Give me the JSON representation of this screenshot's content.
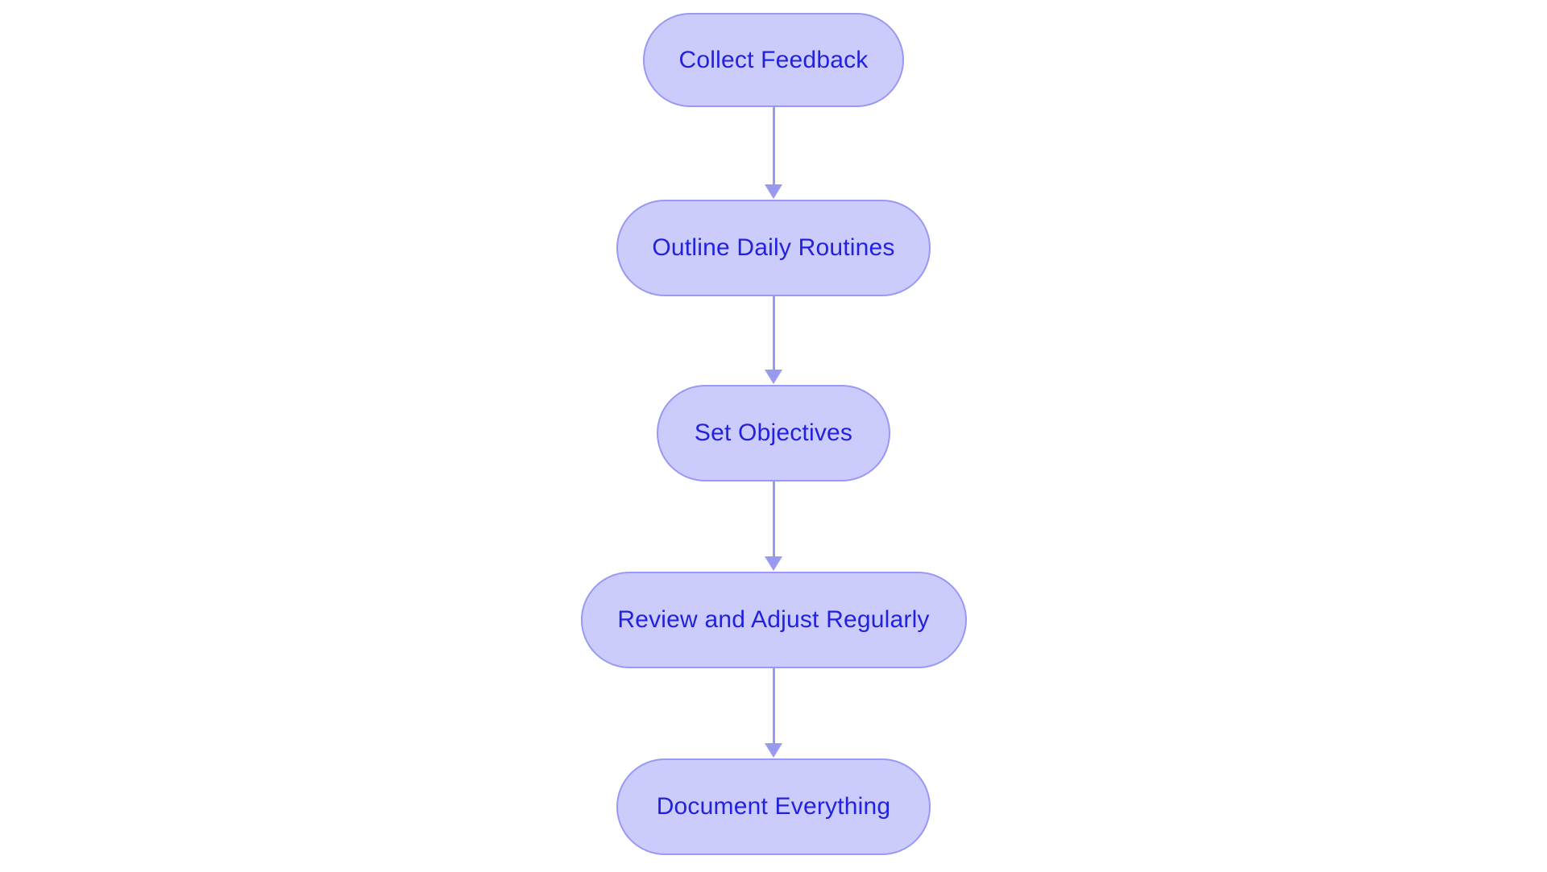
{
  "diagram": {
    "type": "flowchart",
    "orientation": "top-to-bottom",
    "background_color": "#ffffff",
    "node_fill_color": "#ccccfc",
    "node_border_color": "#9999f5",
    "node_text_color": "#2222dd",
    "connector_color": "#9999f0",
    "node_shape": "pill",
    "nodes": [
      {
        "id": "collect-feedback",
        "label": "Collect Feedback"
      },
      {
        "id": "outline-daily-routines",
        "label": "Outline Daily Routines"
      },
      {
        "id": "set-objectives",
        "label": "Set Objectives"
      },
      {
        "id": "review-and-adjust-regularly",
        "label": "Review and Adjust Regularly"
      },
      {
        "id": "document-everything",
        "label": "Document Everything"
      }
    ],
    "edges": [
      {
        "id": "edge-1",
        "from": "collect-feedback",
        "to": "outline-daily-routines",
        "arrow": "down-arrow-icon",
        "label": ""
      },
      {
        "id": "edge-2",
        "from": "outline-daily-routines",
        "to": "set-objectives",
        "arrow": "down-arrow-icon",
        "label": ""
      },
      {
        "id": "edge-3",
        "from": "set-objectives",
        "to": "review-and-adjust-regularly",
        "arrow": "down-arrow-icon",
        "label": ""
      },
      {
        "id": "edge-4",
        "from": "review-and-adjust-regularly",
        "to": "document-everything",
        "arrow": "down-arrow-icon",
        "label": ""
      }
    ]
  }
}
